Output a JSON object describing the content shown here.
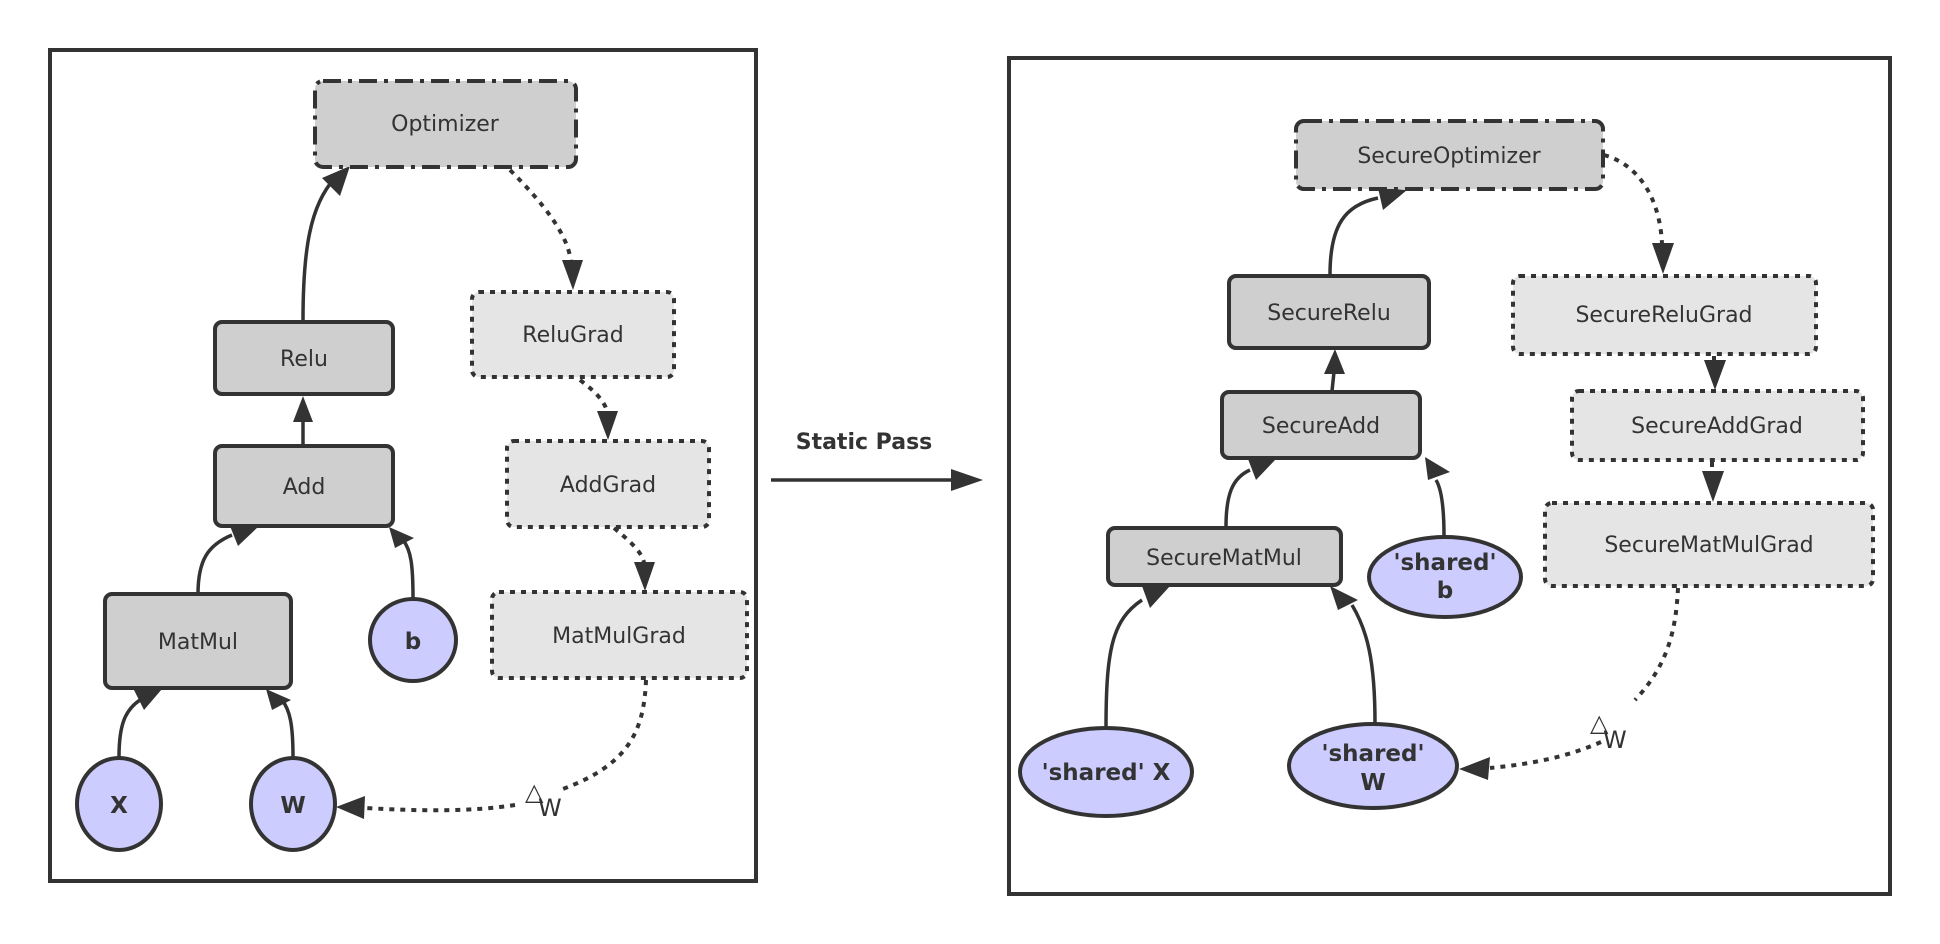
{
  "transition": {
    "label": "Static Pass"
  },
  "left_graph": {
    "nodes": {
      "optimizer": "Optimizer",
      "relu": "Relu",
      "add": "Add",
      "matmul": "MatMul",
      "b": "b",
      "x": "X",
      "w": "W",
      "relu_grad": "ReluGrad",
      "add_grad": "AddGrad",
      "matmul_grad": "MatMulGrad"
    },
    "gradient_label": {
      "symbol": "△",
      "text": "W"
    }
  },
  "right_graph": {
    "nodes": {
      "optimizer": "SecureOptimizer",
      "relu": "SecureRelu",
      "add": "SecureAdd",
      "matmul": "SecureMatMul",
      "b_line1": "'shared'",
      "b_line2": "b",
      "x": "'shared' X",
      "w_line1": "'shared'",
      "w_line2": "W",
      "relu_grad": "SecureReluGrad",
      "add_grad": "SecureAddGrad",
      "matmul_grad": "SecureMatMulGrad"
    },
    "gradient_label": {
      "symbol": "△",
      "text": "W"
    }
  },
  "colors": {
    "stroke": "#333333",
    "op_fill": "#cfcfcf",
    "grad_fill": "#e5e5e5",
    "variable_fill": "#ccccff"
  }
}
